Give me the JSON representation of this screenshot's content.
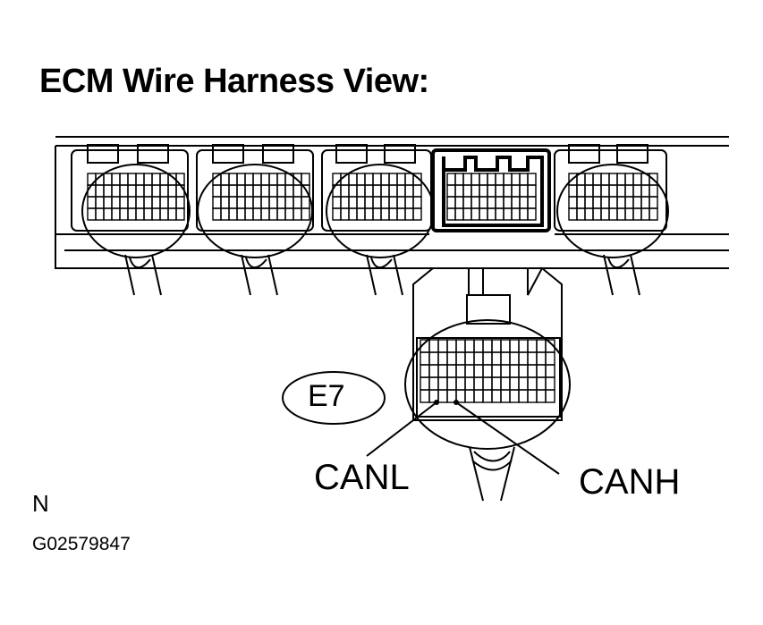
{
  "title": "ECM Wire Harness View:",
  "connector_id": "E7",
  "pins": {
    "canl": "CANL",
    "canh": "CANH"
  },
  "corner_mark": "N",
  "figure_code": "G02579847"
}
